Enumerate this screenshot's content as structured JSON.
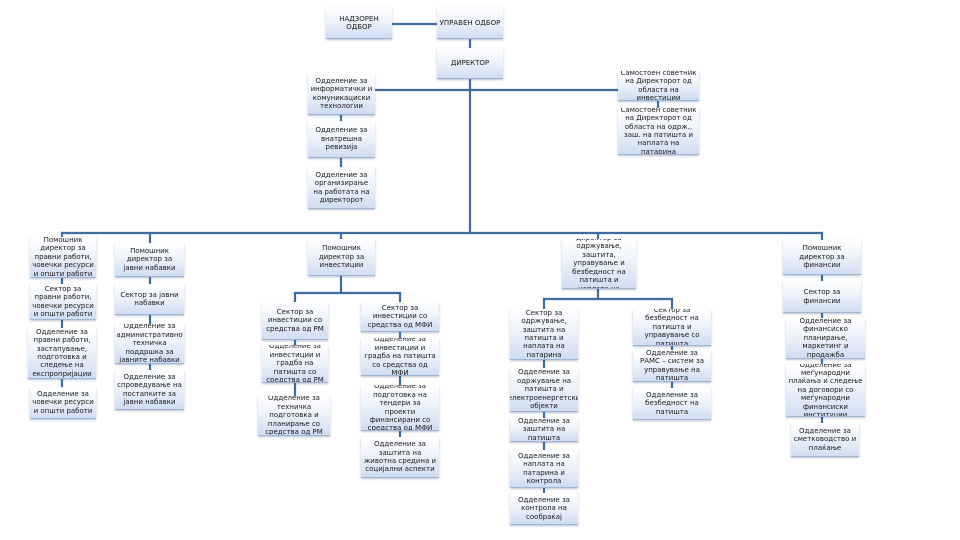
{
  "colors": {
    "connector": "#3f6c9e",
    "box_top": "#ffffff",
    "box_bottom": "#cfddf2"
  },
  "boxes": {
    "nadzoren_odbor": "НАДЗОРЕН ОДБОР",
    "upraven_odbor": "УПРАВЕН ОДБОР",
    "direktor": "ДИРЕКТОР",
    "odd_informaticki": "Одделение за информатички и комуникациски технологии",
    "odd_vnatresna_revizija": "Одделение за внатрешна ревизија",
    "odd_organiziranje": "Одделение за организирање на работата на директорот",
    "sovetnik_investicii": "Самостоен советник на Директорот од областа на инвестиции",
    "sovetnik_odrzhuvanje": "Самостоен советник на Директорот од областа на одрж., заш. на патишта и наплата на патарина",
    "pom_pravni": "Помошник директор за правни работи, човечки ресурси и општи работи",
    "sek_pravni": "Сектор за правни работи, човечки ресурси и општи работи",
    "odd_pravni": "Одделение за правни работи, застапување, подготовка и следење на експропријации",
    "odd_covecki": "Одделение за човечки ресурси и општи работи",
    "pom_javni": "Помошник директор за јавни набавки",
    "sek_javni": "Сектор за јавни набавки",
    "odd_admin": "Одделение за административно техничка поддршка за јавните набавки",
    "odd_sproveduvanje": "Одделение за спроведување на постапките за јавни набавки",
    "pom_investicii": "Помошник директор за инвестиции",
    "sek_inv_rm": "Сектор за инвестиции со средства од РМ",
    "odd_inv_rm": "Одделение за инвестиции и градба на патишта со средства од РМ",
    "odd_tehnicka": "Одделение за техничка подготовка и планирање со средства од РМ",
    "sek_inv_mfi": "Сектор за инвестиции со средства од МФИ",
    "odd_inv_mfi": "Одделение за инвестиции и градба на патишта со средства од МФИ",
    "odd_tenderi": "Одделение за подготовка на тендери за проекти финансирани со средства од МФИ",
    "odd_zivotna": "Одделение за заштита на животна средина и социјални аспекти",
    "pom_odrzhuvanje": "Помошник директор за одржување, заштита, управување и безбедност на патишта и наплата на патарина",
    "sek_odrzhuvanje": "Сектор за одржување, заштита на патишта и наплата на патарина",
    "odd_odrzhuvanje_elektro": "Одделение за одржување на патишта и електроенергетски објекти",
    "odd_zastita_patista": "Одделение за заштита на патишта",
    "odd_naplata": "Одделение за наплата на патарина и контрола",
    "odd_kontrola_soobrakaj": "Одделение за контрола на сообраќај",
    "sek_bezbednost": "Сектор за безбедност на патишта и управување со патишта",
    "odd_rams": "Одделение за РАМС – систем за управување на патишта",
    "odd_bezbednost": "Одделение за безбедност на патишта",
    "pom_finansii": "Помошник директор за финансии",
    "sek_finansii": "Сектор за финансии",
    "odd_fin_planiranje": "Одделение за финансиско планирање, маркетинг и продажба",
    "odd_megjunarodni": "Одделение за меѓународни плаќања и следење на договори со меѓународни финансиски институции",
    "odd_smetkovodstvo": "Одделение за сметководство и плаќање"
  }
}
